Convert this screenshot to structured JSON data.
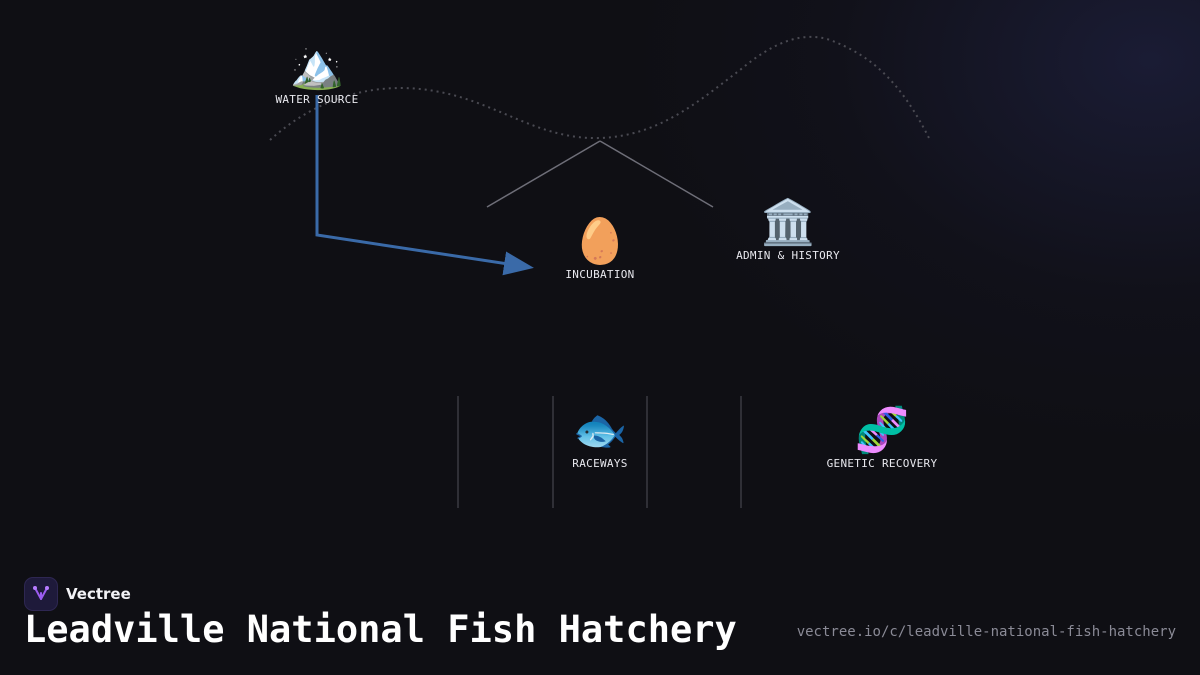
{
  "nodes": [
    {
      "id": "water-source",
      "label": "WATER SOURCE",
      "icon": "mountain-icon",
      "glyph": "🏔️"
    },
    {
      "id": "incubation",
      "label": "INCUBATION",
      "icon": "egg-icon",
      "glyph": "🥚"
    },
    {
      "id": "admin-history",
      "label": "ADMIN & HISTORY",
      "icon": "classical-building-icon",
      "glyph": "🏛️"
    },
    {
      "id": "raceways",
      "label": "RACEWAYS",
      "icon": "fish-icon",
      "glyph": "🐟"
    },
    {
      "id": "genetic-recovery",
      "label": "GENETIC RECOVERY",
      "icon": "dna-icon",
      "glyph": "🧬"
    }
  ],
  "brand": {
    "name": "Vectree",
    "logo_icon": "vectree-logo-icon",
    "accent": "#9b5cf0"
  },
  "title": "Leadville National Fish Hatchery",
  "url": "vectree.io/c/leadville-national-fish-hatchery",
  "colors": {
    "background": "#0f0f14",
    "flow_arrow": "#3a6aa8",
    "connector": "#7a7a84",
    "dotted_path": "#4a4a52"
  }
}
